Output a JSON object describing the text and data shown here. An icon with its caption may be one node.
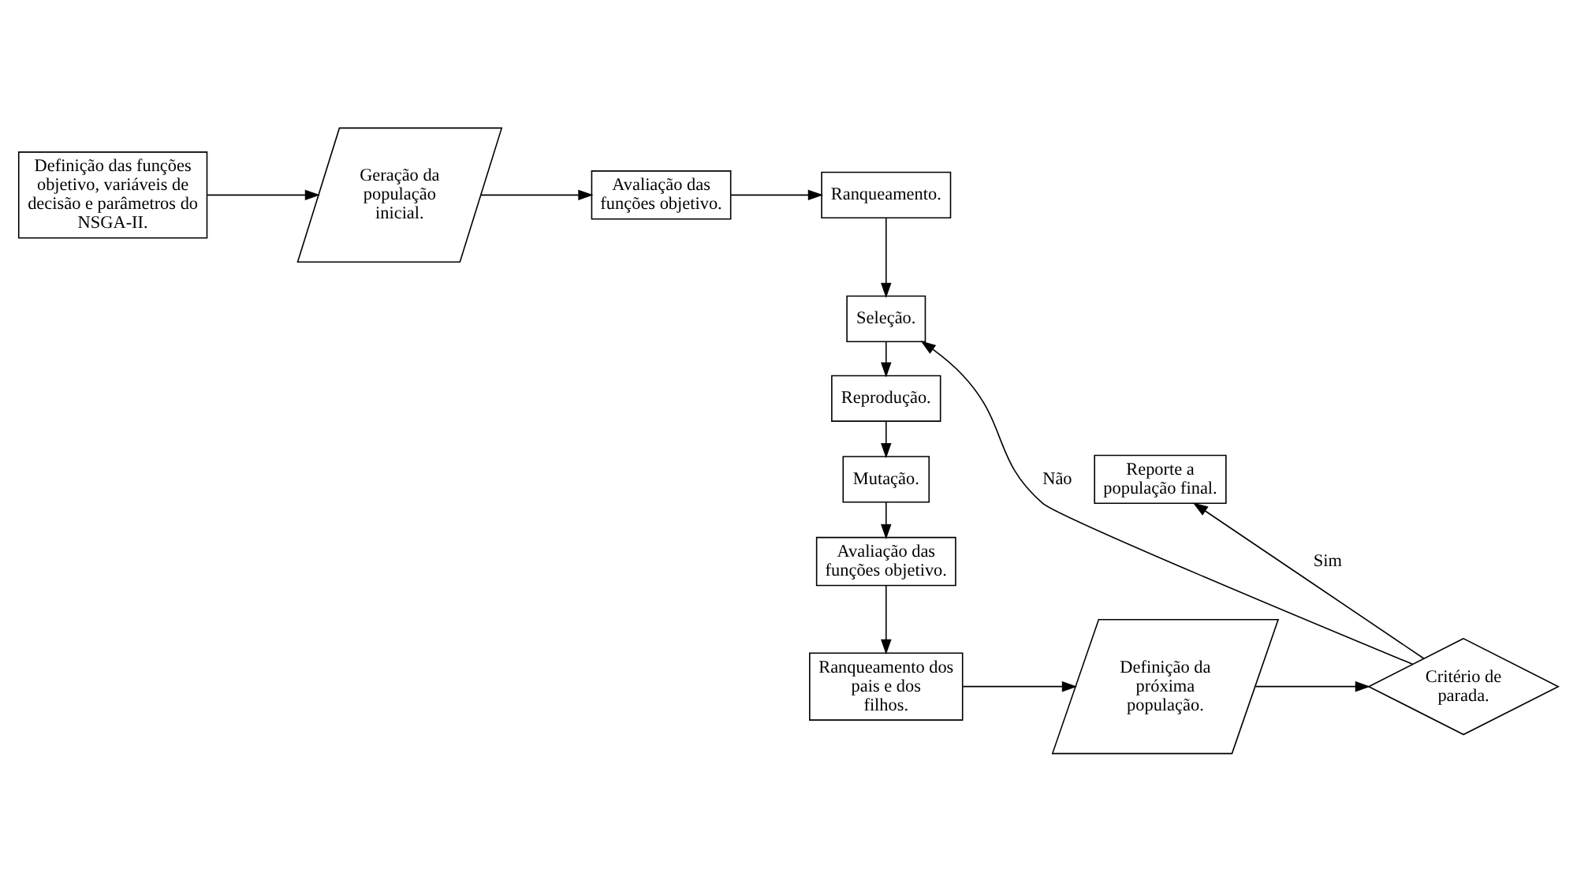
{
  "diagram": {
    "nodes": [
      {
        "text": [
          "Definição das funções objetivo, variáveis de decisão e parâmetros do NSGA-II."
        ]
      },
      {
        "text": [
          "Geração da população inicial."
        ]
      },
      {
        "text": [
          "Avaliação das funções objetivo."
        ]
      },
      {
        "text": [
          "Ranqueamento."
        ]
      },
      {
        "text": [
          "Seleção."
        ]
      },
      {
        "text": [
          "Reprodução."
        ]
      },
      {
        "text": [
          "Mutação."
        ]
      },
      {
        "text": [
          "Avaliação das funções objetivo."
        ]
      },
      {
        "text": [
          "Ranqueamento dos pais e dos filhos."
        ]
      },
      {
        "text": [
          "Definição da próxima população."
        ]
      },
      {
        "text": [
          "Critério de parada."
        ]
      },
      {
        "text": [
          "Reporte a população final."
        ]
      }
    ],
    "edges": [
      {
        "from": 0,
        "to": 1,
        "arrow": "to"
      },
      {
        "from": 1,
        "to": 2,
        "arrow": "to"
      },
      {
        "from": 2,
        "to": 3,
        "arrow": "to"
      },
      {
        "from": 3,
        "to": 4,
        "arrow": "to"
      },
      {
        "from": 4,
        "to": 5,
        "arrow": "to"
      },
      {
        "from": 5,
        "to": 6,
        "arrow": "to"
      },
      {
        "from": 6,
        "to": 7,
        "arrow": "to"
      },
      {
        "from": 7,
        "to": 8,
        "arrow": "to"
      },
      {
        "from": 8,
        "to": 9,
        "arrow": "to"
      },
      {
        "from": 9,
        "to": 10,
        "arrow": "to"
      },
      {
        "from": 10,
        "to": 4,
        "label": "Não",
        "arrow": "to"
      },
      {
        "from": 10,
        "to": 11,
        "label": "Sim",
        "arrow": "to"
      }
    ]
  }
}
